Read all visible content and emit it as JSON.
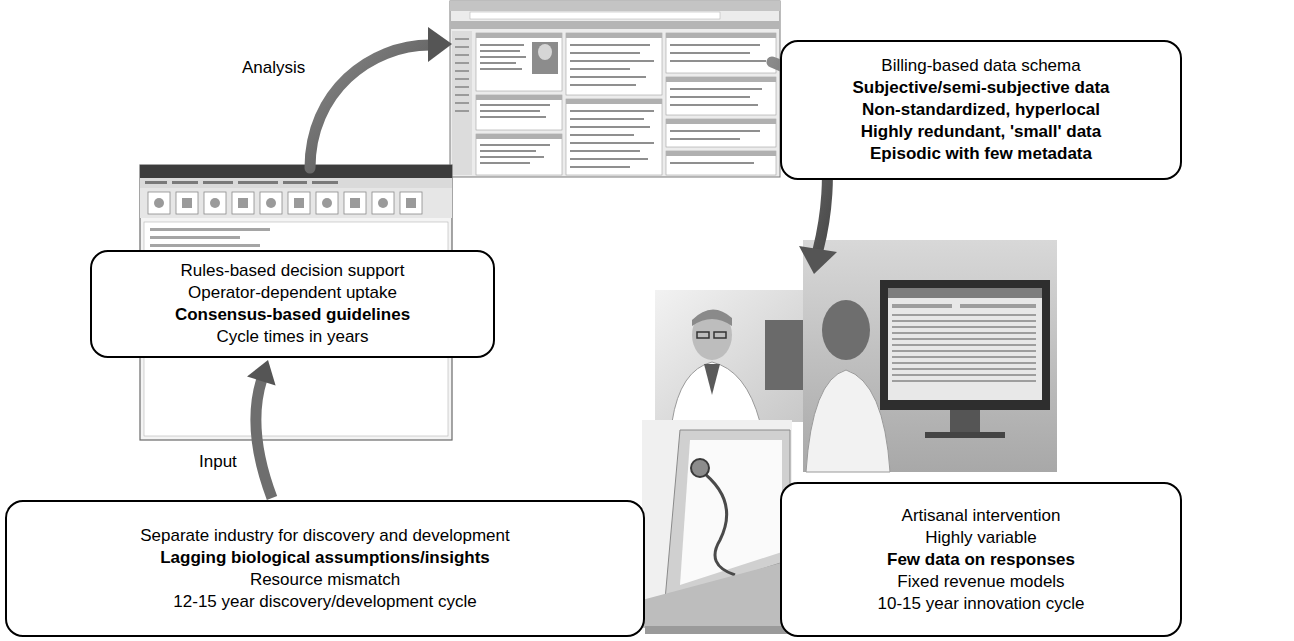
{
  "diagram": {
    "nodes": [
      {
        "text": [
          "Billing-based data schema",
          "Subjective/semi-subjective data",
          "Non-standardized, hyperlocal",
          "Highly redundant, 'small' data",
          "Episodic with few metadata"
        ]
      },
      {
        "text": [
          "Rules-based decision support",
          "Operator-dependent uptake",
          "Consensus-based guidelines",
          "Cycle times in years"
        ]
      },
      {
        "text": [
          "Artisanal intervention",
          "Highly variable",
          "Few data on responses",
          "Fixed revenue models",
          "10-15 year innovation cycle"
        ]
      },
      {
        "text": [
          "Separate industry for discovery and development",
          "Lagging biological assumptions/insights",
          "Resource mismatch",
          "12-15 year discovery/development cycle"
        ]
      }
    ],
    "edges": [
      {
        "from": 3,
        "to": 1,
        "label": "Input",
        "arrow": "to"
      }
    ],
    "labels": [
      "Analysis"
    ]
  }
}
